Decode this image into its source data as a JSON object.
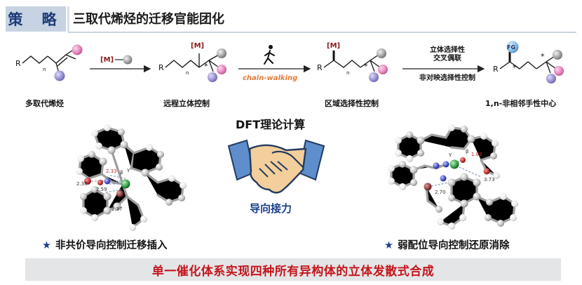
{
  "header": {
    "badge": "策 略",
    "title": "三取代烯烃的迁移官能团化"
  },
  "scheme": {
    "reactant_label": "多取代烯烃",
    "step1_reagent": "[M]",
    "intermediate1_label": "远程立体控制",
    "intermediate1_metal": "[M]",
    "chain_walking": "chain-walking",
    "intermediate2_label": "区域选择性控制",
    "intermediate2_metal": "[M]",
    "step3_line1": "立体选择性",
    "step3_line2": "交叉偶联",
    "step3_line3": "非对映选择性控制",
    "product_label": "1,n-非相邻手性中心",
    "fg_label": "FG",
    "r_label": "R",
    "n_label": "n",
    "star_symbol": "*"
  },
  "center": {
    "dft_title": "DFT理论计算",
    "guide_label": "导向接力"
  },
  "left_model": {
    "distances": [
      "2.33",
      "2.38",
      "2.59",
      "2.37"
    ],
    "greek": [
      "β",
      "γ"
    ],
    "caption": "非共价导向控制迁移插入"
  },
  "right_model": {
    "distances": [
      "1.88",
      "3.73",
      "2.70"
    ],
    "greek": [
      "β",
      "γ"
    ],
    "caption": "弱配位导向控制还原消除"
  },
  "banner": {
    "text": "单一催化体系实现四种所有异构体的立体发散式合成"
  },
  "colors": {
    "badge_bg": "#c7d3e2",
    "badge_text": "#1b3a78",
    "chain_walking": "#e07b39",
    "metal": "#8b1a1a",
    "pink_ball": "#e88ac0",
    "purple_ball": "#9a95d6",
    "grey_ball": "#a8a8a8",
    "banner_text": "#c4161c",
    "guide_text": "#1a3e8c"
  }
}
